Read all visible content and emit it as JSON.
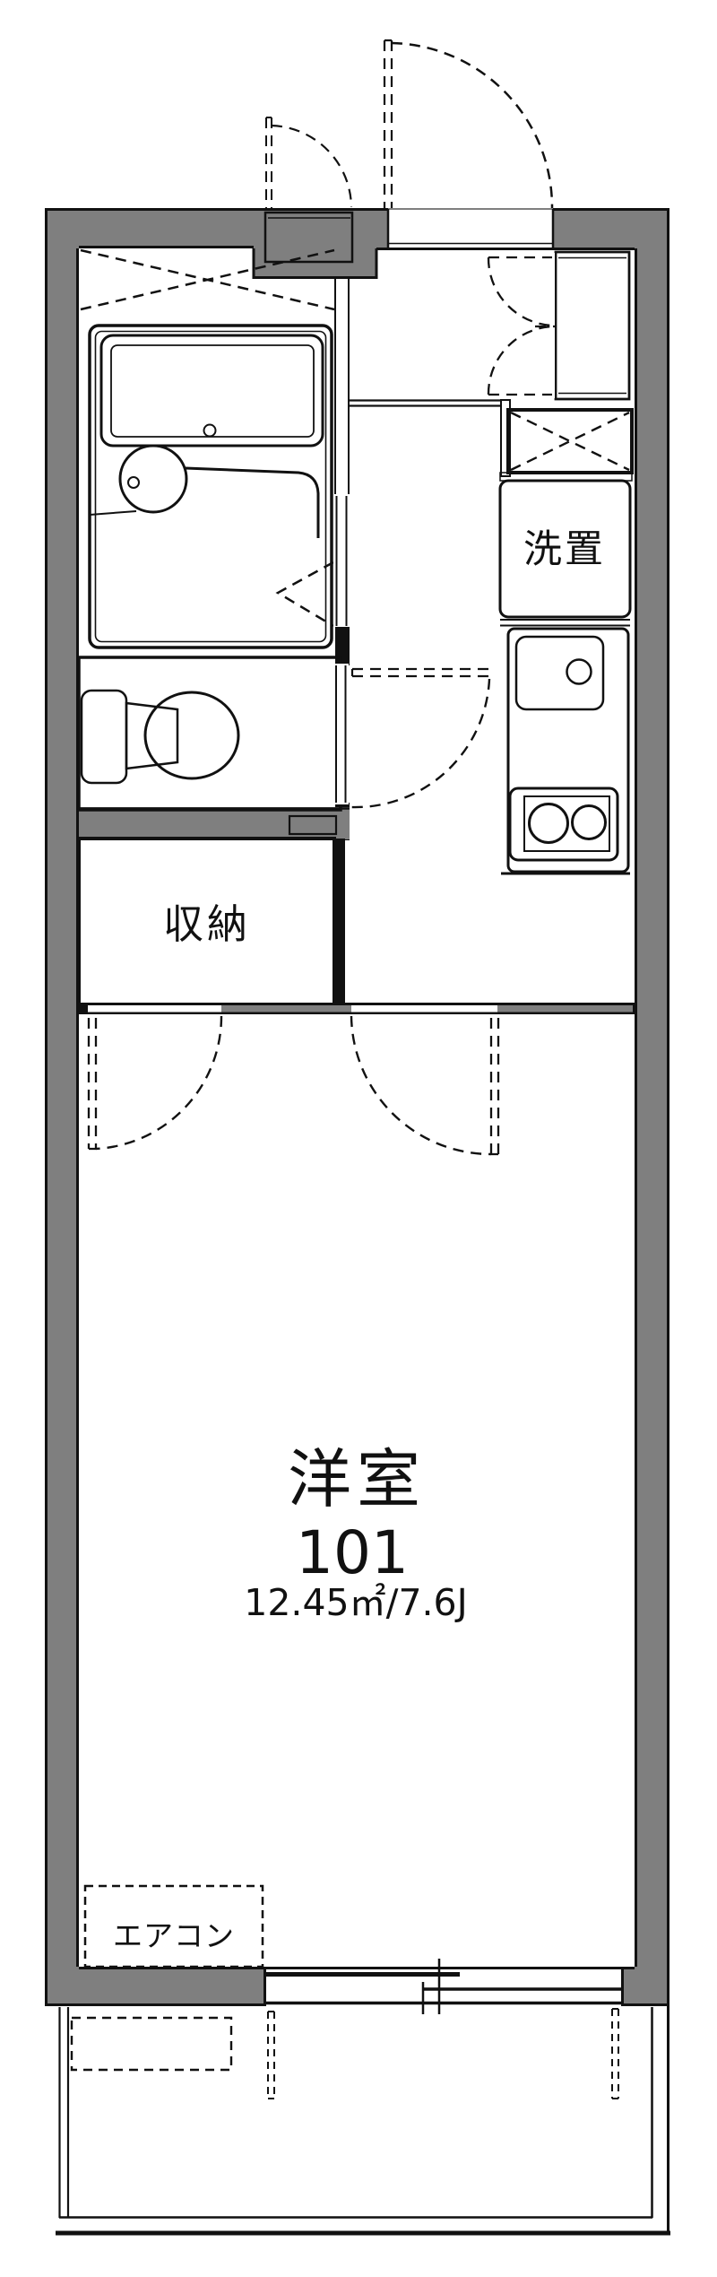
{
  "plan": {
    "labels": {
      "storage": "収納",
      "washer": "洗置",
      "aircon": "エアコン",
      "room_name": "洋室",
      "room_number": "101",
      "room_area": "12.45㎡/7.6J"
    },
    "rooms": [
      {
        "name": "洋室",
        "number": "101",
        "area_sqm": "12.45㎡",
        "area_tatami": "7.6J"
      },
      {
        "name": "収納"
      },
      {
        "name": "洗置"
      }
    ]
  },
  "colors": {
    "wall": "#7f7f7f",
    "line": "#111111",
    "water": "#dbe7f6",
    "water_light": "#edf3fb",
    "cream": "#fbeed3",
    "bg": "#ffffff"
  }
}
